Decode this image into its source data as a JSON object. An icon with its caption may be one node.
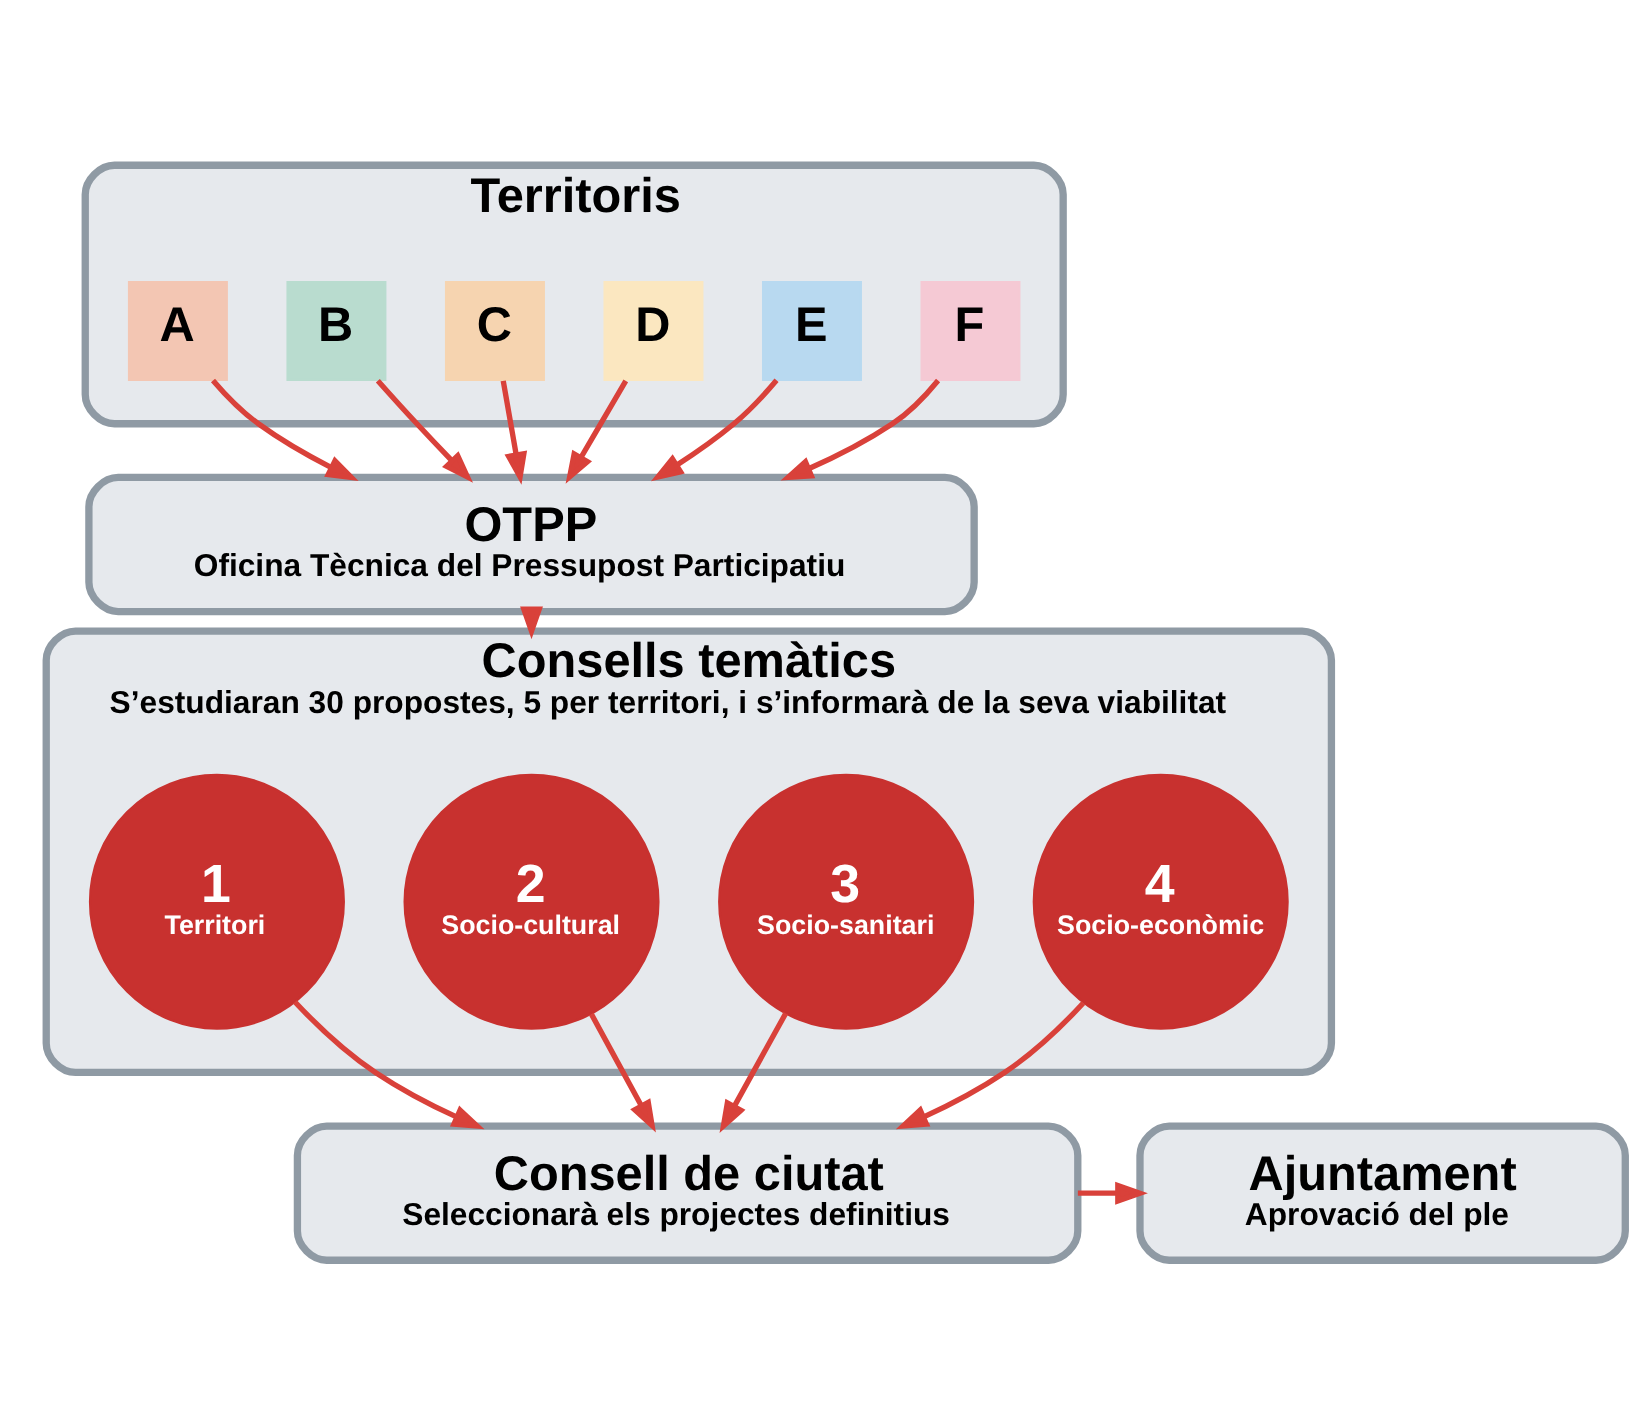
{
  "diagram": {
    "nodes": [
      {
        "text": [
          "Territoris"
        ]
      },
      {
        "text": [
          "A"
        ],
        "in": 0
      },
      {
        "text": [
          "B"
        ],
        "in": 0
      },
      {
        "text": [
          "C"
        ],
        "in": 0
      },
      {
        "text": [
          "D"
        ],
        "in": 0
      },
      {
        "text": [
          "E"
        ],
        "in": 0
      },
      {
        "text": [
          "F"
        ],
        "in": 0
      },
      {
        "text": [
          "OTPP",
          "Oficina Tècnica del Pressupost Participatiu"
        ]
      },
      {
        "text": [
          "Consells temàtics",
          "S’estudiaran 30 propostes, 5 per territori, i s’informarà de la seva viabilitat"
        ]
      },
      {
        "text": [
          "1",
          "Territori"
        ],
        "in": 8
      },
      {
        "text": [
          "2",
          "Socio-cultural"
        ],
        "in": 8
      },
      {
        "text": [
          "3",
          "Socio-sanitari"
        ],
        "in": 8
      },
      {
        "text": [
          "4",
          "Socio-econòmic"
        ],
        "in": 8
      },
      {
        "text": [
          "Consell de ciutat",
          "Seleccionarà els projectes definitius"
        ]
      },
      {
        "text": [
          "Ajuntament",
          "Aprovació del ple"
        ]
      }
    ],
    "edges": [
      {
        "from": 1,
        "to": 7,
        "arrow": "to"
      },
      {
        "from": 2,
        "to": 7,
        "arrow": "to"
      },
      {
        "from": 3,
        "to": 7,
        "arrow": "to"
      },
      {
        "from": 4,
        "to": 7,
        "arrow": "to"
      },
      {
        "from": 5,
        "to": 7,
        "arrow": "to"
      },
      {
        "from": 6,
        "to": 7,
        "arrow": "to"
      },
      {
        "from": 7,
        "to": 8,
        "arrow": "to"
      },
      {
        "from": 9,
        "to": 13,
        "arrow": "to"
      },
      {
        "from": 10,
        "to": 13,
        "arrow": "to"
      },
      {
        "from": 11,
        "to": 13,
        "arrow": "to"
      },
      {
        "from": 12,
        "to": 13,
        "arrow": "to"
      },
      {
        "from": 13,
        "to": 14,
        "arrow": "to"
      }
    ]
  }
}
